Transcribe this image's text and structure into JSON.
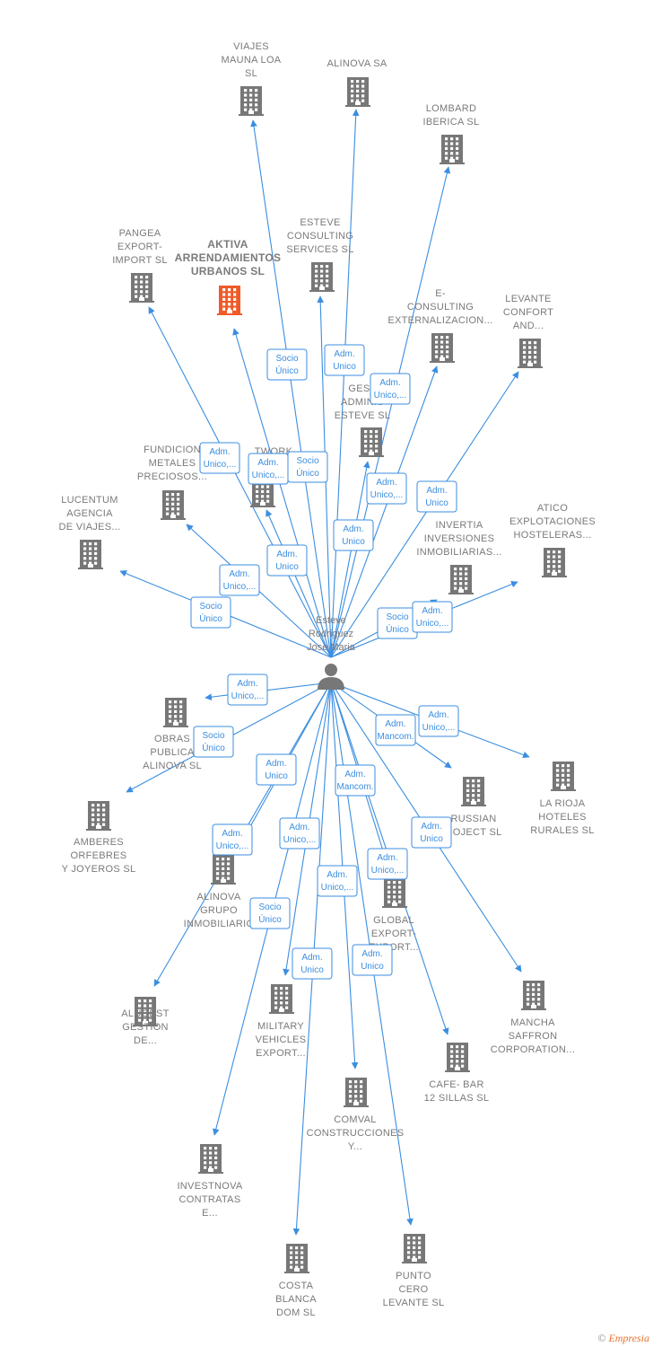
{
  "center": {
    "lines": [
      "Esteve",
      "Rodriguez",
      "Jose Maria"
    ],
    "icon": "person-icon"
  },
  "colors": {
    "edge": "#3b8ee0",
    "building": "#777777",
    "focus_building": "#f05a28"
  },
  "companies": [
    {
      "id": "viajes-mauna-loa",
      "lines": [
        "VIAJES",
        "MAUNA LOA",
        "SL"
      ]
    },
    {
      "id": "alinova-sa",
      "lines": [
        "ALINOVA SA"
      ]
    },
    {
      "id": "lombard-iberica",
      "lines": [
        "LOMBARD",
        "IBERICA  SL"
      ]
    },
    {
      "id": "pangea",
      "lines": [
        "PANGEA",
        "EXPORT-",
        "IMPORT  SL"
      ]
    },
    {
      "id": "aktiva",
      "lines": [
        "AKTIVA",
        "ARRENDAMIENTOS",
        "URBANOS  SL"
      ],
      "focus": true
    },
    {
      "id": "esteve-consulting",
      "lines": [
        "ESTEVE",
        "CONSULTING",
        "SERVICES SL"
      ]
    },
    {
      "id": "e-consulting",
      "lines": [
        "E-",
        "CONSULTING",
        "EXTERNALIZACION..."
      ]
    },
    {
      "id": "levante-confort",
      "lines": [
        "LEVANTE",
        "CONFORT",
        "AND..."
      ]
    },
    {
      "id": "gest-esteve",
      "lines": [
        "GEST",
        "ADMINIS",
        "ESTEVE  SL"
      ]
    },
    {
      "id": "fundicion",
      "lines": [
        "FUNDICION",
        "METALES",
        "PRECIOSOS..."
      ]
    },
    {
      "id": "network",
      "lines": [
        "TWORK"
      ]
    },
    {
      "id": "lucentum",
      "lines": [
        "LUCENTUM",
        "AGENCIA",
        "DE VIAJES..."
      ]
    },
    {
      "id": "invertia",
      "lines": [
        "INVERTIA",
        "INVERSIONES",
        "INMOBILIARIAS..."
      ]
    },
    {
      "id": "atico",
      "lines": [
        "ATICO",
        "EXPLOTACIONES",
        "HOSTELERAS..."
      ]
    },
    {
      "id": "obras-publicas",
      "lines": [
        "OBRAS",
        "PUBLICA",
        "ALINOVA  SL"
      ]
    },
    {
      "id": "amberes",
      "lines": [
        "AMBERES",
        "ORFEBRES",
        "Y JOYEROS  SL"
      ]
    },
    {
      "id": "russian-project",
      "lines": [
        "RUSSIAN",
        "ROJECT SL"
      ]
    },
    {
      "id": "la-rioja",
      "lines": [
        "LA RIOJA",
        "HOTELES",
        "RURALES  SL"
      ]
    },
    {
      "id": "alinova-grupo",
      "lines": [
        "ALINOVA",
        "GRUPO",
        "INMOBILIARIO"
      ]
    },
    {
      "id": "global-export",
      "lines": [
        "GLOBAL",
        "EXPORT-",
        "EXPORT..."
      ]
    },
    {
      "id": "alugest",
      "lines": [
        "ALUGEST",
        "GESTION",
        "DE..."
      ]
    },
    {
      "id": "military-vehicles",
      "lines": [
        "MILITARY",
        "VEHICLES",
        "EXPORT..."
      ]
    },
    {
      "id": "mancha-saffron",
      "lines": [
        "MANCHA",
        "SAFFRON",
        "CORPORATION..."
      ]
    },
    {
      "id": "cafe-bar",
      "lines": [
        "CAFE- BAR",
        "12 SILLAS  SL"
      ]
    },
    {
      "id": "comval",
      "lines": [
        "COMVAL",
        "CONSTRUCCIONES",
        "Y..."
      ]
    },
    {
      "id": "investnova",
      "lines": [
        "INVESTNOVA",
        "CONTRATAS",
        "E..."
      ]
    },
    {
      "id": "costa-blanca",
      "lines": [
        "COSTA",
        "BLANCA",
        "DOM  SL"
      ]
    },
    {
      "id": "punto-cero",
      "lines": [
        "PUNTO",
        "CERO",
        "LEVANTE SL"
      ]
    }
  ],
  "relations": [
    {
      "target": "viajes-mauna-loa",
      "lines": [
        "Socio",
        "Único"
      ]
    },
    {
      "target": "alinova-sa",
      "lines": [
        "Adm.",
        "Unico"
      ]
    },
    {
      "target": "lombard-iberica",
      "lines": [
        "Adm.",
        "Unico,..."
      ]
    },
    {
      "target": "pangea",
      "lines": [
        "Adm.",
        "Unico,..."
      ]
    },
    {
      "target": "aktiva",
      "lines": [
        "Adm.",
        "Unico,..."
      ]
    },
    {
      "target": "esteve-consulting",
      "lines": [
        "Socio",
        "Único"
      ]
    },
    {
      "target": "gest-esteve",
      "lines": [
        "Adm.",
        "Unico"
      ]
    },
    {
      "target": "e-consulting",
      "lines": [
        "Adm.",
        "Unico,..."
      ]
    },
    {
      "target": "levante-confort",
      "lines": [
        "Adm.",
        "Unico"
      ]
    },
    {
      "target": "network",
      "lines": [
        "Adm.",
        "Unico"
      ]
    },
    {
      "target": "fundicion",
      "lines": [
        "Adm.",
        "Unico,..."
      ]
    },
    {
      "target": "lucentum",
      "lines": [
        "Socio",
        "Único"
      ]
    },
    {
      "target": "invertia",
      "lines": [
        "Socio",
        "Único"
      ]
    },
    {
      "target": "atico",
      "lines": [
        "Adm.",
        "Unico,..."
      ]
    },
    {
      "target": "obras-publicas",
      "lines": [
        "Adm.",
        "Unico,..."
      ]
    },
    {
      "target": "amberes",
      "lines": [
        "Socio",
        "Único"
      ]
    },
    {
      "target": "russian-project",
      "lines": [
        "Adm.",
        "Mancom."
      ]
    },
    {
      "target": "la-rioja",
      "lines": [
        "Adm.",
        "Unico,..."
      ]
    },
    {
      "target": "alinova-grupo",
      "lines": [
        "Adm.",
        "Unico"
      ]
    },
    {
      "target": "global-export",
      "lines": [
        "Adm.",
        "Mancom."
      ]
    },
    {
      "target": "alugest",
      "lines": [
        "Adm.",
        "Unico,..."
      ]
    },
    {
      "target": "military-vehicles",
      "lines": [
        "Adm.",
        "Unico,..."
      ]
    },
    {
      "target": "mancha-saffron",
      "lines": [
        "Adm.",
        "Unico"
      ]
    },
    {
      "target": "cafe-bar",
      "lines": [
        "Adm.",
        "Unico,..."
      ]
    },
    {
      "target": "comval",
      "lines": [
        "Adm.",
        "Unico,..."
      ]
    },
    {
      "target": "investnova",
      "lines": [
        "Socio",
        "Único"
      ]
    },
    {
      "target": "costa-blanca",
      "lines": [
        "Adm.",
        "Unico"
      ]
    },
    {
      "target": "punto-cero",
      "lines": [
        "Adm.",
        "Unico"
      ]
    }
  ],
  "footer": {
    "copyright": "©",
    "brand": "Empresia"
  }
}
